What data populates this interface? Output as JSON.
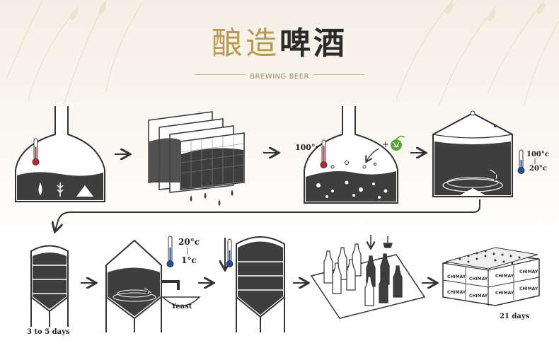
{
  "title": {
    "part1": "酿造",
    "part2": "啤酒",
    "subtitle": "BREWING BEER"
  },
  "labels": {
    "boil_temp": "100°c",
    "cool_high": "100°c",
    "cool_low": "20°c",
    "ferment_high": "20°c",
    "ferment_low": "1°c",
    "yeast": "Yeast",
    "crate_brand": "CHIMAY",
    "days_short": "3 to 5 days",
    "days_long": "21 days"
  },
  "colors": {
    "gold": "#b89a56",
    "dark": "#2b2b2b",
    "outline": "#333333",
    "liquid": "#3e3e3e",
    "thermo_hot": "#c0262d",
    "thermo_cold": "#1e4fa3",
    "hop": "#5aa63a"
  }
}
